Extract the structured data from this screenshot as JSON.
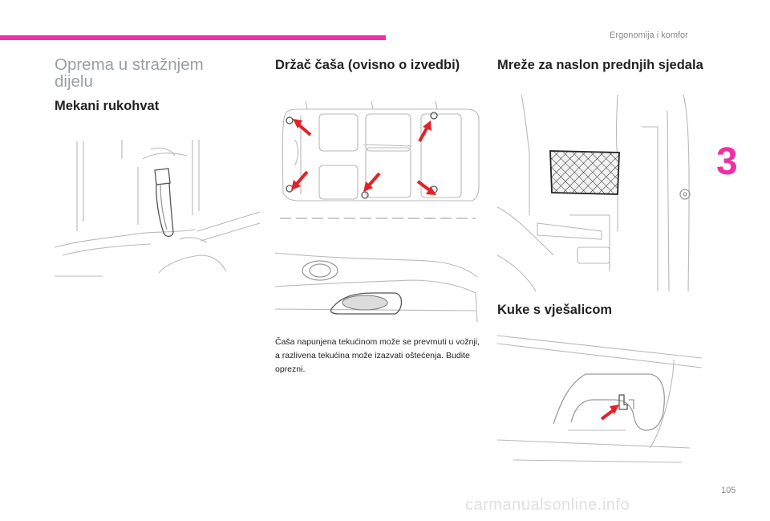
{
  "header": {
    "chapter_label": "Ergonomija i komfor",
    "chapter_number": "3",
    "page_number": "105"
  },
  "colors": {
    "accent": "#ef2fa5",
    "arrow": "#e2222a"
  },
  "sections": {
    "rear_equipment": {
      "title": "Oprema u stražnjem dijelu",
      "soft_handle": {
        "heading": "Mekani rukohvat"
      }
    },
    "cup_holder": {
      "heading": "Držač čaša (ovisno o izvedbi)",
      "note": "Čaša napunjena tekućinom može se prevrnuti u vožnji, a razlivena tekućina može izazvati oštećenja. Budite oprezni."
    },
    "seat_nets": {
      "heading": "Mreže za naslon prednjih sjedala"
    },
    "hooks": {
      "heading": "Kuke s vješalicom"
    }
  },
  "watermark": "carmanualsonline.info"
}
